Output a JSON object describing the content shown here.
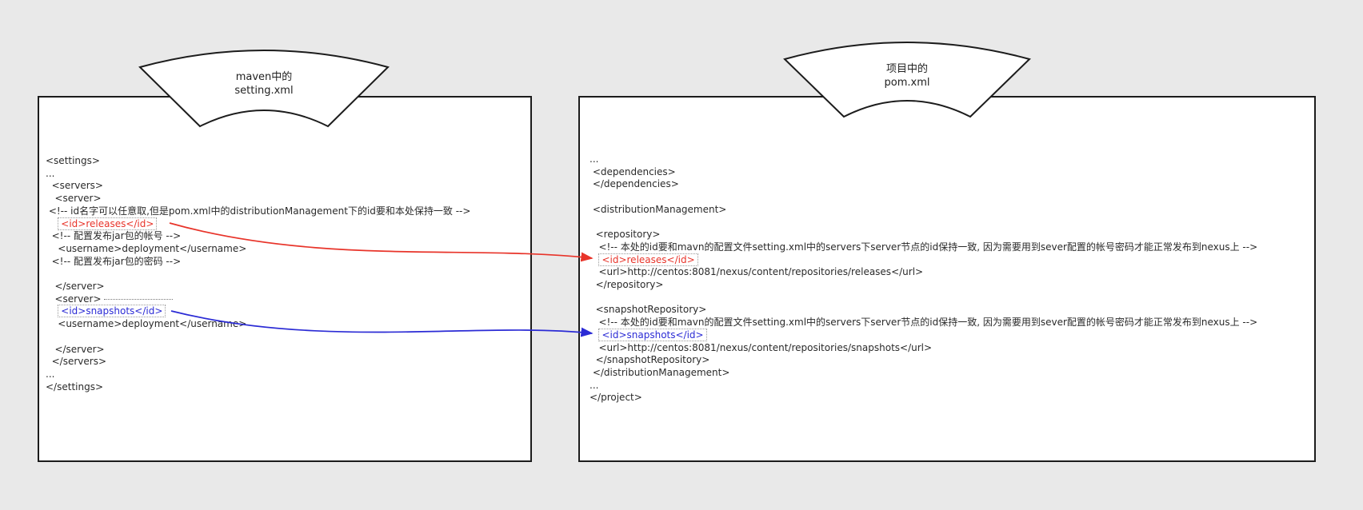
{
  "colors": {
    "releases": "#e8342a",
    "snapshots": "#2b2bd5",
    "code_text": "#2a2a2a",
    "background": "#e9e9e9"
  },
  "left_panel": {
    "banner_line1": "maven中的",
    "banner_line2": "setting.xml",
    "lines": [
      [
        {
          "t": "<settings>"
        }
      ],
      [
        {
          "t": "..."
        }
      ],
      [
        {
          "t": "  <servers>"
        }
      ],
      [
        {
          "t": "   <server>"
        }
      ],
      [
        {
          "t": " <!-- id名字可以任意取,但是pom.xml中的distributionManagement下的id要和本处保持一致 -->"
        }
      ],
      [
        {
          "t": "    "
        },
        {
          "t": "<id>releases</id>",
          "cls": "id-red",
          "name": "releases-id-left"
        }
      ],
      [
        {
          "t": "  <!-- 配置发布jar包的帐号 -->"
        }
      ],
      [
        {
          "t": "    <username>deployment</username>"
        }
      ],
      [
        {
          "t": "  <!-- 配置发布jar包的密码 -->"
        }
      ],
      [
        {
          "t": ""
        }
      ],
      [
        {
          "t": "   </server>"
        }
      ],
      [
        {
          "t": "   <server>"
        },
        {
          "t": "",
          "cls": "dots-trail",
          "name": "dotted-selection-trail"
        }
      ],
      [
        {
          "t": "    "
        },
        {
          "t": "<id>snapshots</id>",
          "cls": "id-blue",
          "name": "snapshots-id-left"
        }
      ],
      [
        {
          "t": "    <username>deployment</username>"
        }
      ],
      [
        {
          "t": ""
        }
      ],
      [
        {
          "t": "   </server>"
        }
      ],
      [
        {
          "t": "  </servers>"
        }
      ],
      [
        {
          "t": "..."
        }
      ],
      [
        {
          "t": "</settings>"
        }
      ]
    ]
  },
  "right_panel": {
    "banner_line1": "项目中的",
    "banner_line2": "pom.xml",
    "lines": [
      [
        {
          "t": "..."
        }
      ],
      [
        {
          "t": " <dependencies>"
        }
      ],
      [
        {
          "t": " </dependencies>"
        }
      ],
      [
        {
          "t": ""
        }
      ],
      [
        {
          "t": " <distributionManagement>"
        }
      ],
      [
        {
          "t": ""
        }
      ],
      [
        {
          "t": "  <repository>"
        }
      ],
      [
        {
          "t": "   <!-- 本处的id要和mavn的配置文件setting.xml中的servers下server节点的id保持一致, 因为需要用到sever配置的帐号密码才能正常发布到nexus上 -->"
        }
      ],
      [
        {
          "t": "   "
        },
        {
          "t": "<id>releases</id>",
          "cls": "id-red",
          "name": "releases-id-right"
        }
      ],
      [
        {
          "t": "   <url>http://centos:8081/nexus/content/repositories/releases</url>"
        }
      ],
      [
        {
          "t": "  </repository>"
        }
      ],
      [
        {
          "t": ""
        }
      ],
      [
        {
          "t": "  <snapshotRepository>"
        }
      ],
      [
        {
          "t": "   <!-- 本处的id要和mavn的配置文件setting.xml中的servers下server节点的id保持一致, 因为需要用到sever配置的帐号密码才能正常发布到nexus上 -->"
        }
      ],
      [
        {
          "t": "   "
        },
        {
          "t": "<id>snapshots</id>",
          "cls": "id-blue",
          "name": "snapshots-id-right"
        }
      ],
      [
        {
          "t": "   <url>http://centos:8081/nexus/content/repositories/snapshots</url>"
        }
      ],
      [
        {
          "t": "  </snapshotRepository>"
        }
      ],
      [
        {
          "t": " </distributionManagement>"
        }
      ],
      [
        {
          "t": "..."
        }
      ],
      [
        {
          "t": "</project>"
        }
      ]
    ]
  }
}
